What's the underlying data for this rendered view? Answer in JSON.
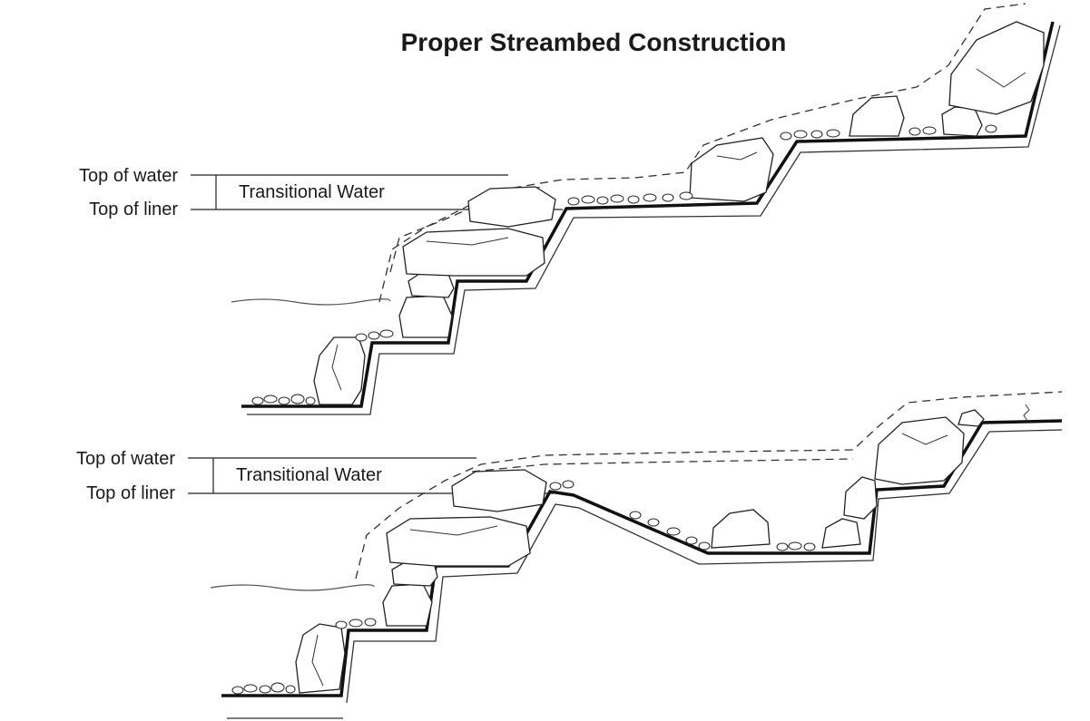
{
  "title": "Proper Streambed Construction",
  "diagram_top": {
    "top_of_water": "Top of water",
    "top_of_liner": "Top of liner",
    "transitional_water": "Transitional Water"
  },
  "diagram_bottom": {
    "top_of_water": "Top of water",
    "top_of_liner": "Top of liner",
    "transitional_water": "Transitional Water"
  },
  "colors": {
    "ink": "#111111",
    "background": "#ffffff"
  }
}
